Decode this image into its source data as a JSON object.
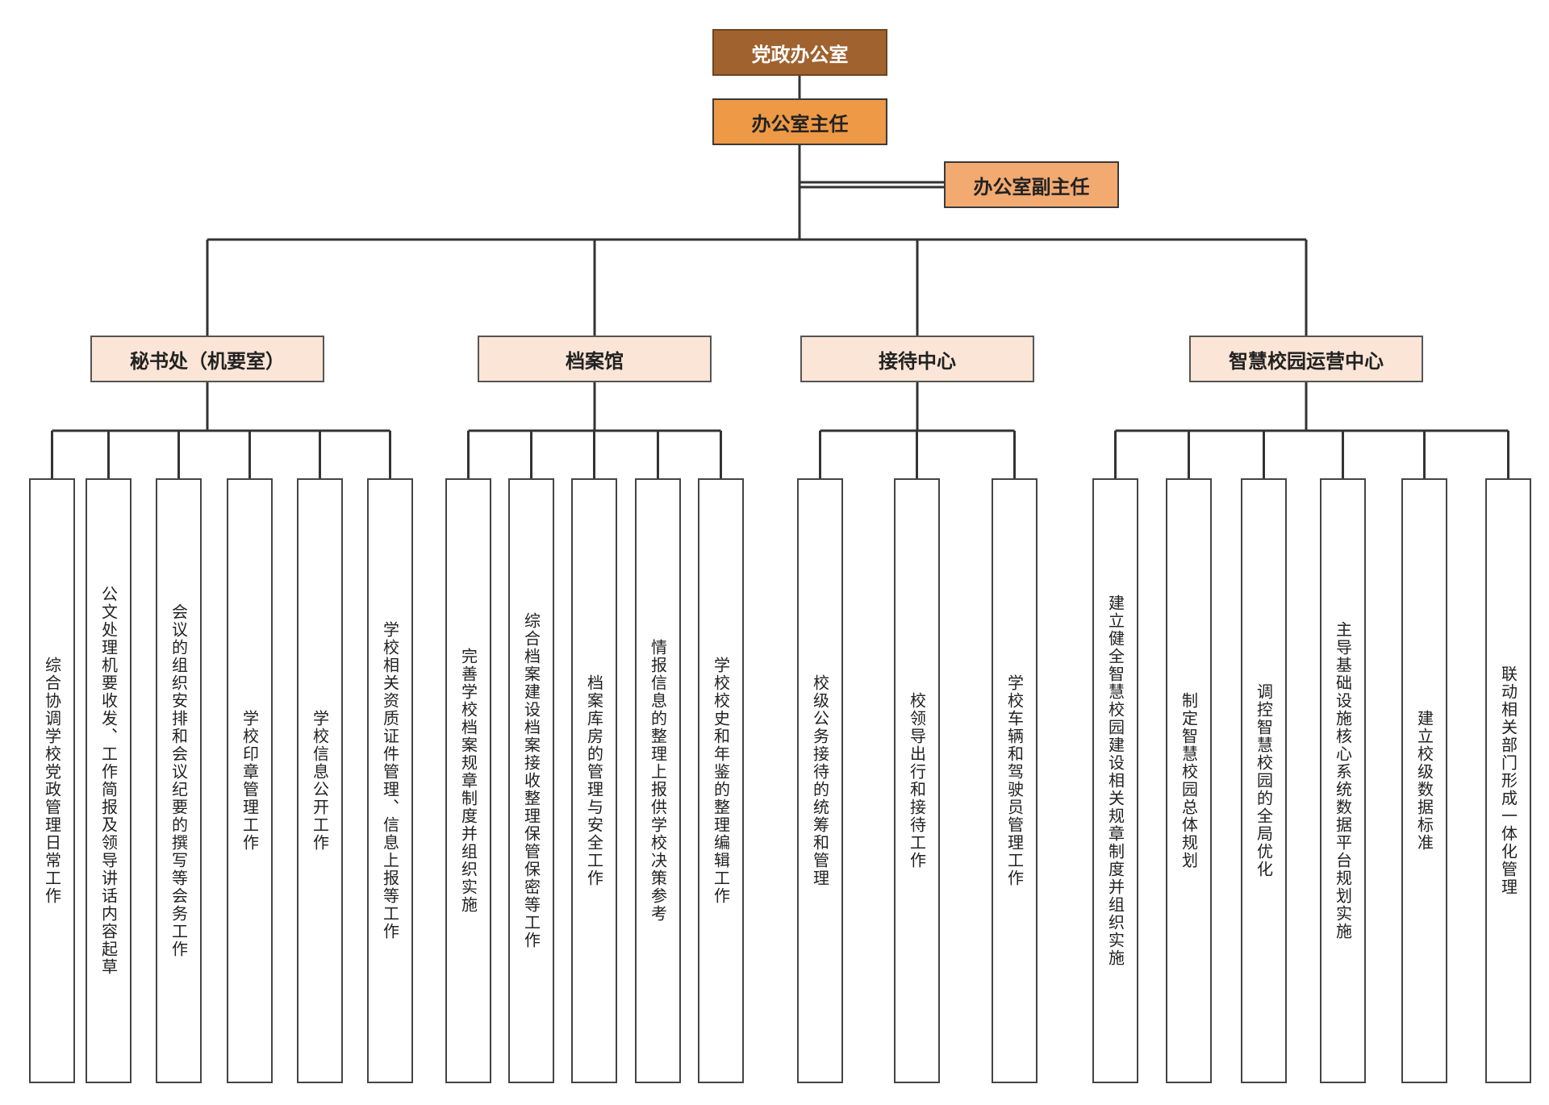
{
  "org": {
    "root": "党政办公室",
    "director": "办公室主任",
    "vice_director": "办公室副主任",
    "departments": [
      {
        "name": "秘书处（机要室）",
        "duties": [
          "综合协调学校党政管理日常工作",
          "公文处理机要收发、工作简报及领导讲话内容起草",
          "会议的组织安排和会议纪要的撰写等会务工作",
          "学校印章管理工作",
          "学校信息公开工作",
          "学校相关资质证件管理、信息上报等工作"
        ]
      },
      {
        "name": "档案馆",
        "duties": [
          "完善学校档案规章制度并组织实施",
          "综合档案建设档案接收整理保管保密等工作",
          "档案库房的管理与安全工作",
          "情报信息的整理上报供学校决策参考",
          "学校校史和年鉴的整理编辑工作"
        ]
      },
      {
        "name": "接待中心",
        "duties": [
          "校级公务接待的统筹和管理",
          "校领导出行和接待工作",
          "学校车辆和驾驶员管理工作"
        ]
      },
      {
        "name": "智慧校园运营中心",
        "duties": [
          "建立健全智慧校园建设相关规章制度并组织实施",
          "制定智慧校园总体规划",
          "调控智慧校园的全局优化",
          "主导基础设施核心系统数据平台规划实施",
          "建立校级数据标准",
          "联动相关部门形成一体化管理"
        ]
      }
    ]
  }
}
